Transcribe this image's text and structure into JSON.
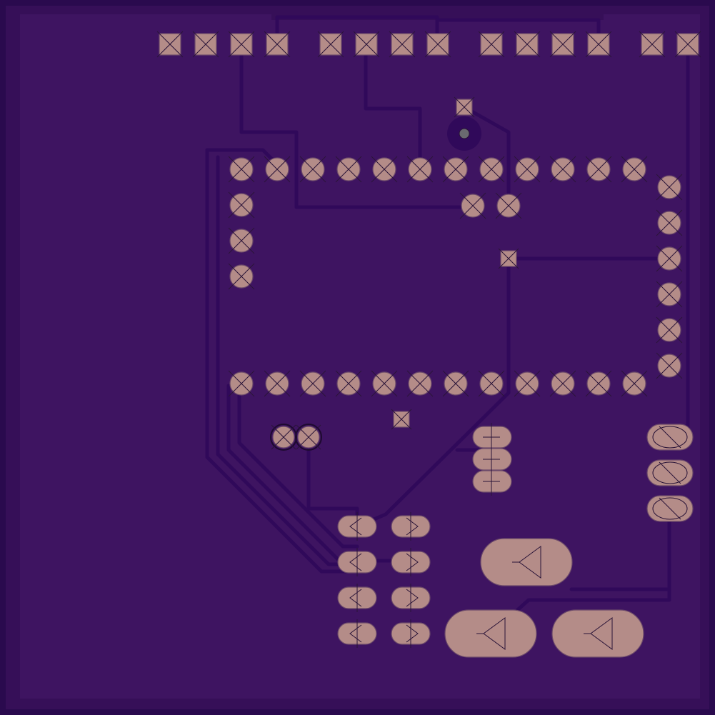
{
  "board": {
    "colors": {
      "outer": "#2a0a4e",
      "copper_fill": "#3e1461",
      "trace": "#30095a",
      "pad": "#b48c88",
      "pad_outline": "#6c4a6a",
      "marker": "#2a1438"
    },
    "layer": "top-copper",
    "header_pin_groups": [
      4,
      4,
      4,
      2
    ],
    "mcu_top_row_pins": 12,
    "mcu_bottom_row_pins": 12,
    "mcu_left_column_pins": 4,
    "mcu_right_column_pins": 6,
    "connector_pad_count": 8,
    "large_power_pad_count": 3
  }
}
